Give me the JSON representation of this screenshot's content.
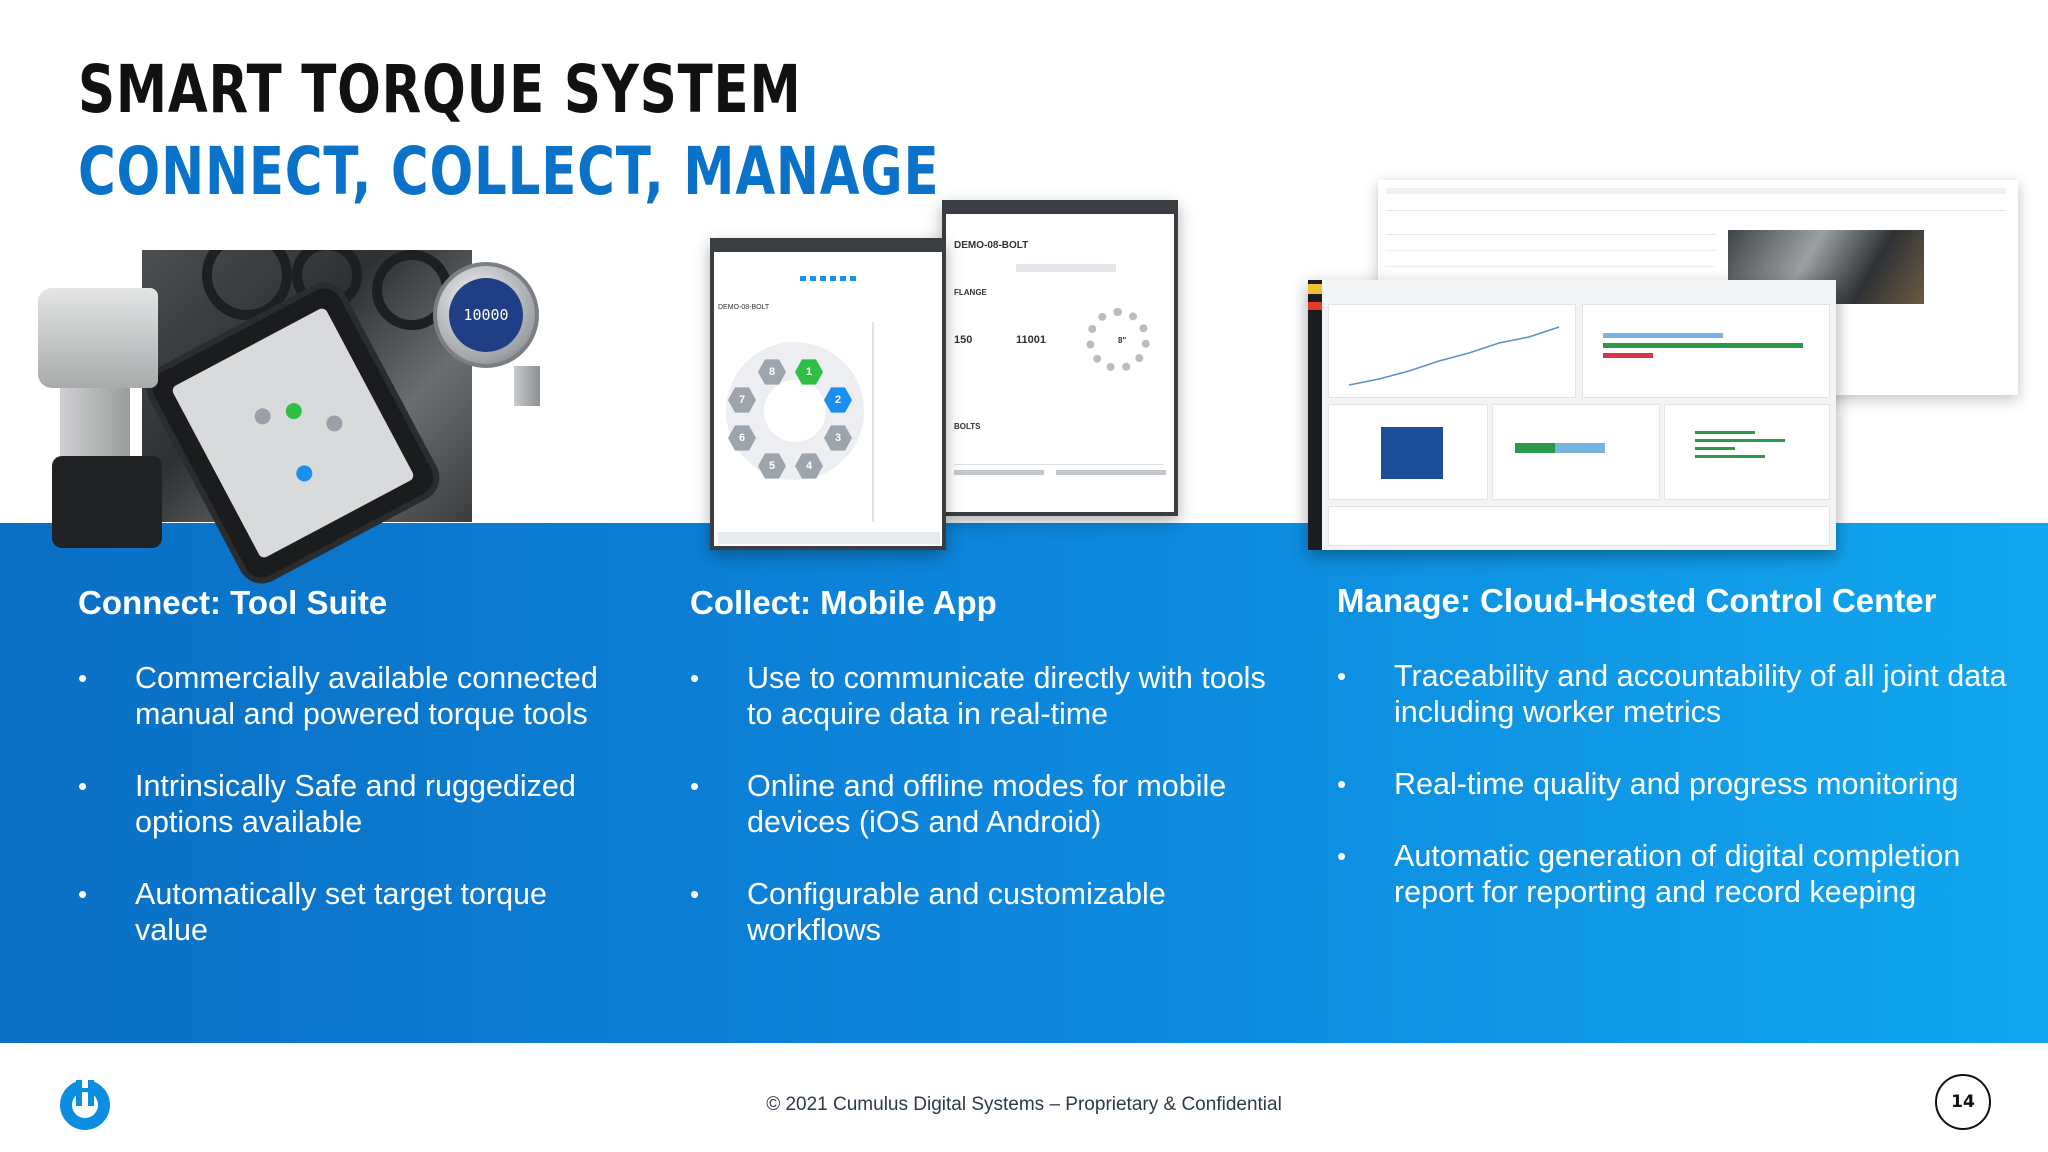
{
  "title": {
    "main": "SMART TORQUE SYSTEM",
    "sub": "CONNECT, COLLECT, MANAGE"
  },
  "columns": [
    {
      "heading": "Connect: Tool Suite",
      "bullets": [
        "Commercially available connected manual and powered torque tools",
        "Intrinsically Safe and ruggedized options available",
        "Automatically set target torque value"
      ]
    },
    {
      "heading": "Collect: Mobile App",
      "bullets": [
        "Use to communicate directly with tools to acquire data in real-time",
        "Online and offline modes for mobile devices (iOS and Android)",
        "Configurable and customizable workflows"
      ]
    },
    {
      "heading": "Manage: Cloud-Hosted Control Center",
      "bullets": [
        "Traceability and accountability of all joint data including worker metrics",
        "Real-time quality and progress monitoring",
        "Automatic generation of digital completion report for reporting and record keeping"
      ]
    }
  ],
  "images": {
    "gauge_readout": "10000",
    "app": {
      "bolt_id_1": "DEMO-08-BOLT",
      "bolt_id_2": "DEMO-08-BOLT",
      "value_a": "150",
      "value_b": "11001",
      "flange_label": "FLANGE",
      "bolts_label": "BOLTS",
      "bolt_size": "8\"",
      "hex_numbers": [
        "1",
        "2",
        "3",
        "4",
        "5",
        "6",
        "7",
        "8"
      ]
    }
  },
  "footer": {
    "copyright": "© 2021 Cumulus Digital Systems – Proprietary & Confidential",
    "page_number": "14"
  },
  "colors": {
    "accent_blue": "#0b72c9",
    "band_start": "#0a6fc4",
    "band_end": "#11a6ee",
    "hex_green": "#2fbf45",
    "hex_blue": "#1b8ff0"
  }
}
